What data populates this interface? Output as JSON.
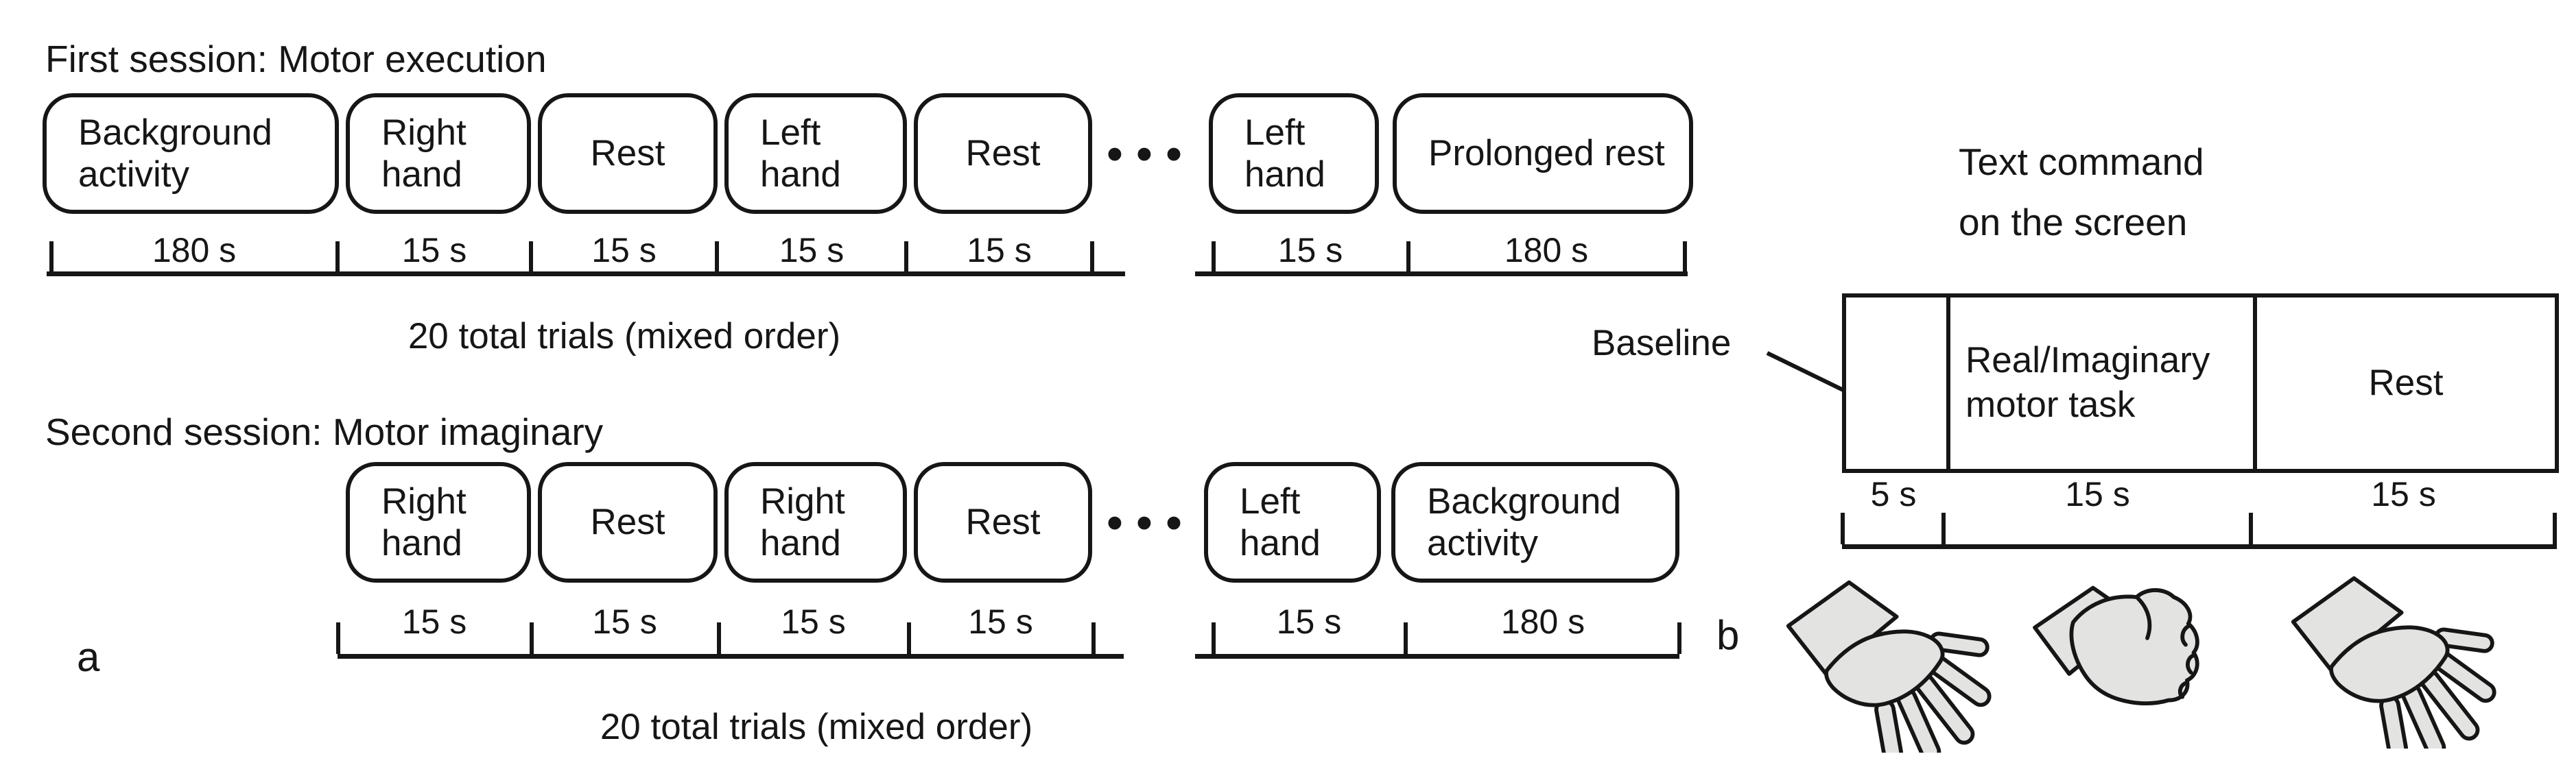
{
  "figure": {
    "panel_a_label": "a",
    "panel_b_label": "b"
  },
  "session1": {
    "title": "First session: Motor execution",
    "trials_note": "20 total trials (mixed order)",
    "ellipsis": "•••",
    "boxes": [
      {
        "label": "Background activity",
        "duration": "180 s"
      },
      {
        "label": "Right hand",
        "duration": "15 s"
      },
      {
        "label": "Rest",
        "duration": "15 s"
      },
      {
        "label": "Left hand",
        "duration": "15 s"
      },
      {
        "label": "Rest",
        "duration": "15 s"
      },
      {
        "label": "Left hand",
        "duration": "15 s"
      },
      {
        "label": "Prolonged rest",
        "duration": "180 s"
      }
    ]
  },
  "session2": {
    "title": "Second session: Motor imaginary",
    "trials_note": "20 total trials (mixed order)",
    "ellipsis": "•••",
    "boxes": [
      {
        "label": "Right hand",
        "duration": "15 s"
      },
      {
        "label": "Rest",
        "duration": "15 s"
      },
      {
        "label": "Right hand",
        "duration": "15 s"
      },
      {
        "label": "Rest",
        "duration": "15 s"
      },
      {
        "label": "Left hand",
        "duration": "15 s"
      },
      {
        "label": "Background activity",
        "duration": "180 s"
      }
    ]
  },
  "screen_panel": {
    "title_line1": "Text command",
    "title_line2": "on the screen",
    "baseline_label": "Baseline",
    "cells": [
      {
        "label": "",
        "duration": "5 s"
      },
      {
        "label": "Real/Imaginary motor task",
        "duration": "15 s"
      },
      {
        "label": "Rest",
        "duration": "15 s"
      }
    ],
    "hand_icons": [
      "relaxed-open-hand",
      "clenched-fist",
      "relaxed-open-hand"
    ]
  },
  "colors": {
    "ink": "#161616",
    "hand_fill": "#e3e3e1",
    "background": "#ffffff"
  }
}
